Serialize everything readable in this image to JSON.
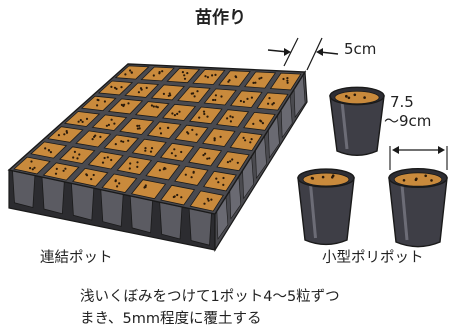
{
  "title": "苗作り",
  "cell_dimension": "5cm",
  "pot_dimension": {
    "line1": "7.5",
    "line2": "～9cm"
  },
  "labels": {
    "tray": "連結ポット",
    "pots": "小型ポリポット"
  },
  "caption": {
    "line1": "浅いくぼみをつけて1ポット4～5粒ずつ",
    "line2": "まき、5mm程度に覆土する"
  },
  "colors": {
    "tray": "#4a4a4f",
    "tray_dark": "#2c2c30",
    "soil": "#c98a3c",
    "pot": "#3e3e46",
    "outline": "#1a1a1a"
  }
}
